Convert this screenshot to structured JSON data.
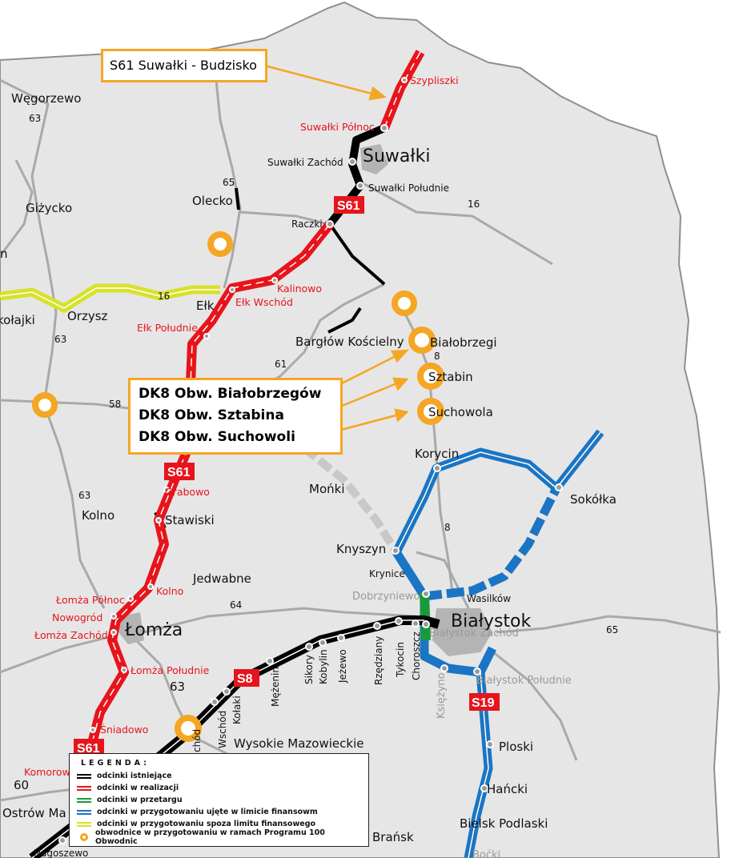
{
  "colors": {
    "existing": "#000000",
    "in_realization": "#e8141b",
    "in_tender": "#1a9a3a",
    "prepared_in_limit": "#1b75c4",
    "prepared_outside_limit": "#d7e22a",
    "bypass": "#f5a623",
    "land": "#e6e6e7"
  },
  "callouts": {
    "s61": "S61 Suwałki - Budzisko",
    "dk8": [
      "DK8 Obw. Białobrzegów",
      "DK8 Obw. Sztabina",
      "DK8 Obw. Suchowoli"
    ]
  },
  "shields": [
    "S61",
    "S61",
    "S61",
    "S8",
    "S19"
  ],
  "towns": [
    "Węgorzewo",
    "Giżycko",
    "n",
    "Olecko",
    "Suwałki",
    "Orzysz",
    "kołajki",
    "Ełk",
    "Bargłów Kościelny",
    "Białobrzegi",
    "Sztabin",
    "Suchowola",
    "Korycin",
    "Sokółka",
    "Mońki",
    "Kolno",
    "Stawiski",
    "Knyszyn",
    "Krynice",
    "Jedwabne",
    "Wasilków",
    "Białystok",
    "Łomża",
    "Ploski",
    "Hańcki",
    "Bielsk Podlaski",
    "Brańsk",
    "Ostrów Ma",
    "Nagoszewo",
    "Wysokie Mazowieckie"
  ],
  "road_numbers": [
    "63",
    "65",
    "16",
    "16",
    "63",
    "61",
    "58",
    "63",
    "8",
    "8",
    "64",
    "65",
    "63",
    "60"
  ],
  "junctions_black": [
    "Suwałki Zachód",
    "Suwałki Południe",
    "Raczki",
    "Mężenin",
    "Sikory",
    "Kobylin",
    "Jeżewo",
    "Rzędziany",
    "Tykocin",
    "Choroszcz",
    "Kołaki",
    "Wschód",
    "chód"
  ],
  "junctions_red": [
    "Szypliszki",
    "Suwałki Północ",
    "Kalinowo",
    "Ełk Wschód",
    "Ełk Południe",
    "Grabowo",
    "Kolno",
    "Łomża Północ",
    "Nowogród",
    "Łomża Zachód",
    "Łomża Południe",
    "Śniadowo",
    "Komorow"
  ],
  "junctions_gray": [
    "Dobrzyniewo",
    "Białystok Zachód",
    "Białystok Południe",
    "Księżyno",
    "Boćki"
  ],
  "legend": {
    "title": "LEGENDA:",
    "items": [
      "odcinki istniejące",
      "odcinki w realizacji",
      "odcinki w przetargu",
      "odcinki w przygotowaniu ujęte w limicie finansowm",
      "odcinki w przygotowaniu spoza limitu finansowego",
      "obwodnice w przygotowaniu w ramach Programu 100 Obwodnic"
    ]
  }
}
